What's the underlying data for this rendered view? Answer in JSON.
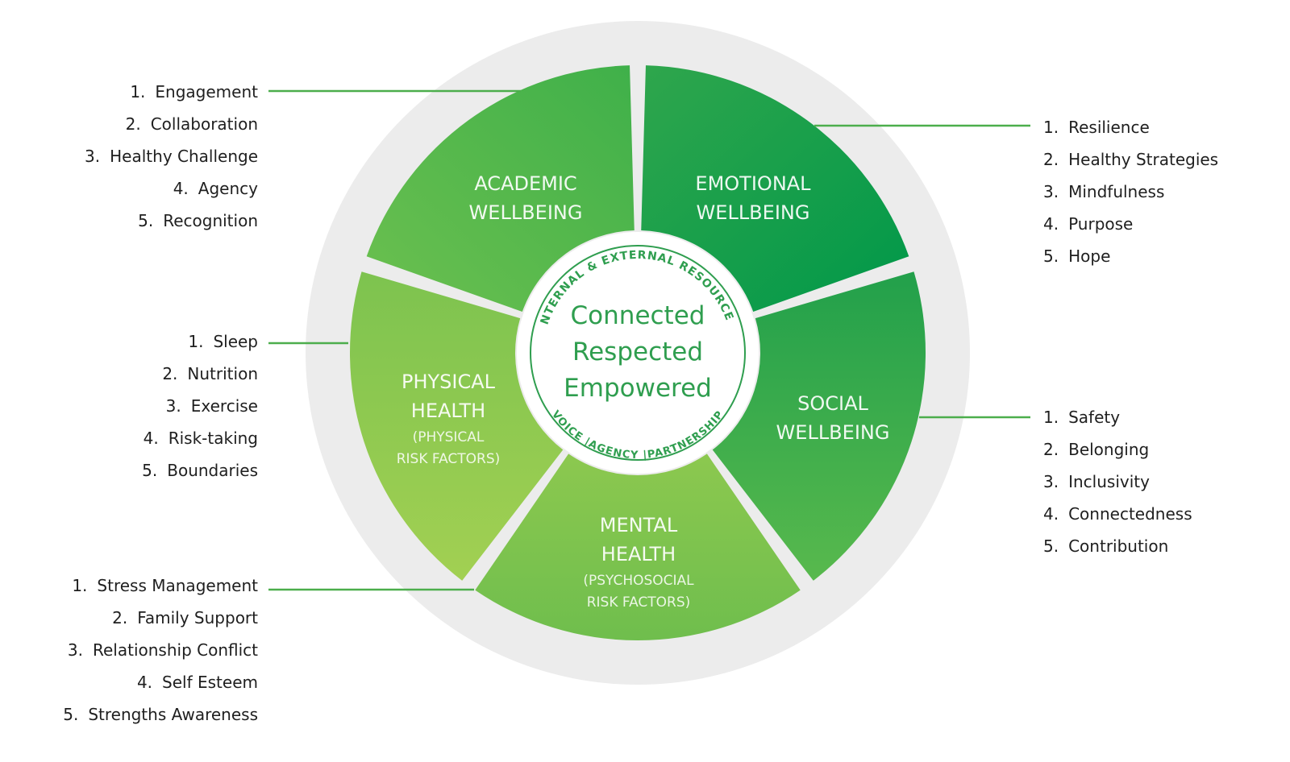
{
  "center": {
    "lines": [
      "Connected",
      "Respected",
      "Empowered"
    ],
    "top_arc": "INTERNAL & EXTERNAL RESOURCES",
    "bottom_arc": "VOICE |AGENCY |PARTNERSHIP"
  },
  "segments": [
    {
      "key": "academic",
      "lines": [
        "ACADEMIC",
        "WELLBEING"
      ],
      "sub": []
    },
    {
      "key": "emotional",
      "lines": [
        "EMOTIONAL",
        "WELLBEING"
      ],
      "sub": []
    },
    {
      "key": "social",
      "lines": [
        "SOCIAL",
        "WELLBEING"
      ],
      "sub": []
    },
    {
      "key": "mental",
      "lines": [
        "MENTAL",
        "HEALTH"
      ],
      "sub": [
        "(PSYCHOSOCIAL",
        "RISK FACTORS)"
      ]
    },
    {
      "key": "physical",
      "lines": [
        "PHYSICAL",
        "HEALTH"
      ],
      "sub": [
        "(PHYSICAL",
        "RISK FACTORS)"
      ]
    }
  ],
  "lists": {
    "academic": [
      "Engagement",
      "Collaboration",
      "Healthy Challenge",
      "Agency",
      "Recognition"
    ],
    "emotional": [
      "Resilience",
      "Healthy Strategies",
      "Mindfulness",
      "Purpose",
      "Hope"
    ],
    "physical": [
      "Sleep",
      "Nutrition",
      "Exercise",
      "Risk-taking",
      "Boundaries"
    ],
    "social": [
      "Safety",
      "Belonging",
      "Inclusivity",
      "Connectedness",
      "Contribution"
    ],
    "mental": [
      "Stress Management",
      "Family Support",
      "Relationship Conflict",
      "Self Esteem",
      "Strengths Awareness"
    ]
  },
  "colors": {
    "ring": "#ececec",
    "green_dark": "#0a9a4a",
    "green_mid": "#4cb84a",
    "green_light": "#9ccd52",
    "center_text": "#2f9e4f",
    "connector": "#4cae4c"
  }
}
